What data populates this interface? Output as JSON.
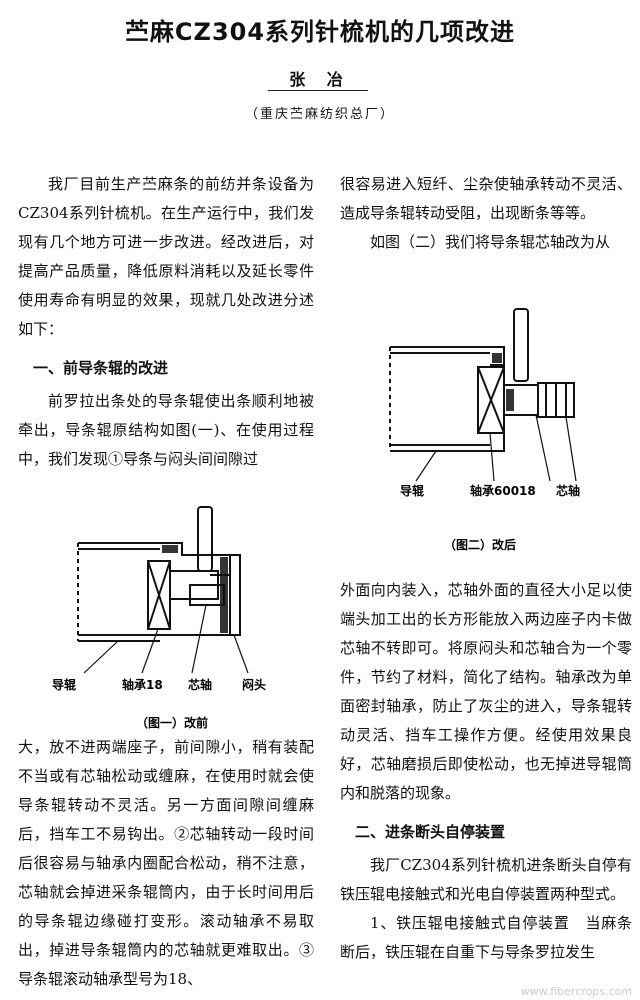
{
  "title": "苎麻CZ304系列针梳机的几项改进",
  "author": "张 冶",
  "affiliation": "（重庆苎麻纺织总厂）",
  "left_col": {
    "p1": "我厂目前生产苎麻条的前纺并条设备为CZ304系列针梳机。在生产运行中，我们发现有几个地方可进一步改进。经改进后，对提高产品质量，降低原料消耗以及延长零件使用寿命有明显的效果，现就几处改进分述如下：",
    "h1": "一、前导条辊的改进",
    "p2": "前罗拉出条处的导条辊使出条顺利地被牵出，导条辊原结构如图(一)、在使用过程中，我们发现①导条与闷头间间隙过",
    "p3": "大，放不进两端座子，前间隙小，稍有装配不当或有芯轴松动或缠麻，在使用时就会使导条辊转动不灵活。另一方面间隙间缠麻后，挡车工不易钩出。②芯轴转动一段时间后很容易与轴承内圈配合松动，稍不注意，芯轴就会掉进采条辊筒内，由于长时间用后的导条辊边缘碰打变形。滚动轴承不易取出，掉进导条辊筒内的芯轴就更难取出。③导条辊滚动轴承型号为18、"
  },
  "right_col": {
    "p1": "很容易进入短纤、尘杂使轴承转动不灵活、造成导条辊转动受阻，出现断条等等。",
    "p2": "如图（二）我们将导条辊芯轴改为从",
    "p3": "外面向内装入，芯轴外面的直径大小足以使端头加工出的长方形能放入两边座子内卡做芯轴不转即可。将原闷头和芯轴合为一个零件，节约了材料，简化了结构。轴承改为单面密封轴承，防止了灰尘的进入，导条辊转动灵活、挡车工操作方便。经使用效果良好，芯轴磨损后即使松动，也无掉进导辊筒内和脱落的现象。",
    "h2": "二、进条断头自停装置",
    "p4": "我厂CZ304系列针梳机进条断头自停有铁压辊电接触式和光电自停装置两种型式。",
    "p5": "1、铁压辊电接触式自停装置　当麻条断后，铁压辊在自重下与导条罗拉发生"
  },
  "fig1": {
    "caption": "（图一）改前",
    "labels": [
      "导辊",
      "轴承18",
      "芯轴",
      "闷头"
    ]
  },
  "fig2": {
    "caption": "（图二）改后",
    "labels": [
      "导辊",
      "轴承60018",
      "芯轴"
    ]
  },
  "watermark": "www.fibercrops.com"
}
